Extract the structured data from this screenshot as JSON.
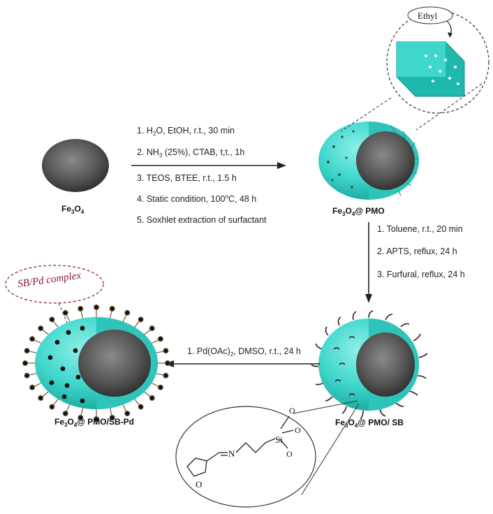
{
  "colors": {
    "shell": "#3fd6cc",
    "shell_light": "#7fe8e0",
    "shell_dark": "#1aa8a0",
    "core": "#5a5a5a",
    "core_dark": "#2e2e2e",
    "ink": "#222222",
    "complex_text": "#8a1a3a"
  },
  "particles": {
    "fe3o4": {
      "label": "Fe3O4",
      "base": "Fe",
      "s1": "3",
      "mid": "O",
      "s2": "4"
    },
    "pmo": {
      "label": "Fe3O4@ PMO",
      "base": "Fe",
      "s1": "3",
      "mid": "O",
      "s2": "4",
      "tail": "@ PMO"
    },
    "sb": {
      "label": "Fe3O4@ PMO/ SB",
      "base": "Fe",
      "s1": "3",
      "mid": "O",
      "s2": "4",
      "tail": "@ PMO/ SB"
    },
    "pd": {
      "label": "Fe3O4@ PMO/SB-Pd",
      "base": "Fe",
      "s1": "3",
      "mid": "O",
      "s2": "4",
      "tail": "@ PMO/SB-Pd"
    }
  },
  "step1": {
    "lines": [
      {
        "a": "1. H",
        "sub": "2",
        "b": "O, EtOH, r.t., 30 min"
      },
      {
        "a": "2. NH",
        "sub": "3",
        "b": " (25%), CTAB, t,t., 1h"
      },
      {
        "a": "3. TEOS, BTEE, r.t., 1.5 h",
        "sub": "",
        "b": ""
      },
      {
        "a": "4. Static condition, 100",
        "sup": "o",
        "b": "C, 48 h"
      },
      {
        "a": "5. Soxhlet extraction of surfactant",
        "sub": "",
        "b": ""
      }
    ]
  },
  "step2": {
    "lines": [
      "1. Toluene, r.t., 20 min",
      "2. APTS, reflux, 24 h",
      "3. Furfural, reflux, 24 h"
    ]
  },
  "step3": {
    "a": "1. Pd(OAc)",
    "sub": "2",
    "b": ", DMSO, r.t., 24 h"
  },
  "callouts": {
    "ethyl": "Ethyl",
    "complex": "SB/Pd complex",
    "ligand_N": "N",
    "ligand_O": "O",
    "ligand_Si": "Si",
    "ligand_O1": "O",
    "ligand_O2": "O",
    "ligand_O3": "O"
  }
}
